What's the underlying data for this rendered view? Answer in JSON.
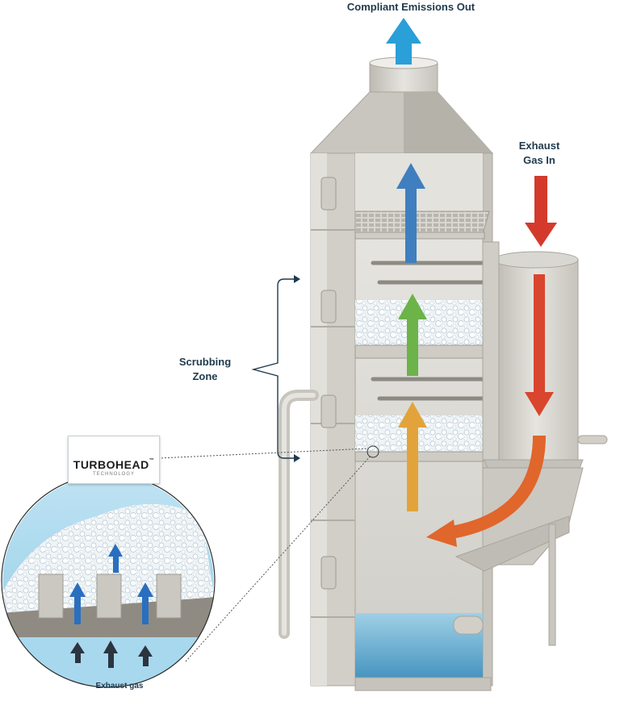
{
  "labels": {
    "top": "Compliant Emissions Out",
    "exhaust_in": "Exhaust Gas In",
    "scrubbing_zone": "Scrubbing Zone",
    "exhaust_gas": "Exhaust gas"
  },
  "logo": {
    "name": "TURBOHEAD",
    "tm": "™",
    "sub": "TECHNOLOGY"
  },
  "colors": {
    "arrow_blue": "#3f7fbf",
    "arrow_green": "#6cb34a",
    "arrow_orange": "#e2a43a",
    "arrow_red": "#d33a2c",
    "arrow_deep_orange": "#e0662b",
    "outlet_arrow": "#2a9fd8",
    "label_text": "#1f3a4d",
    "steel": "#d6d4cf",
    "water": "#6fb4d6"
  }
}
